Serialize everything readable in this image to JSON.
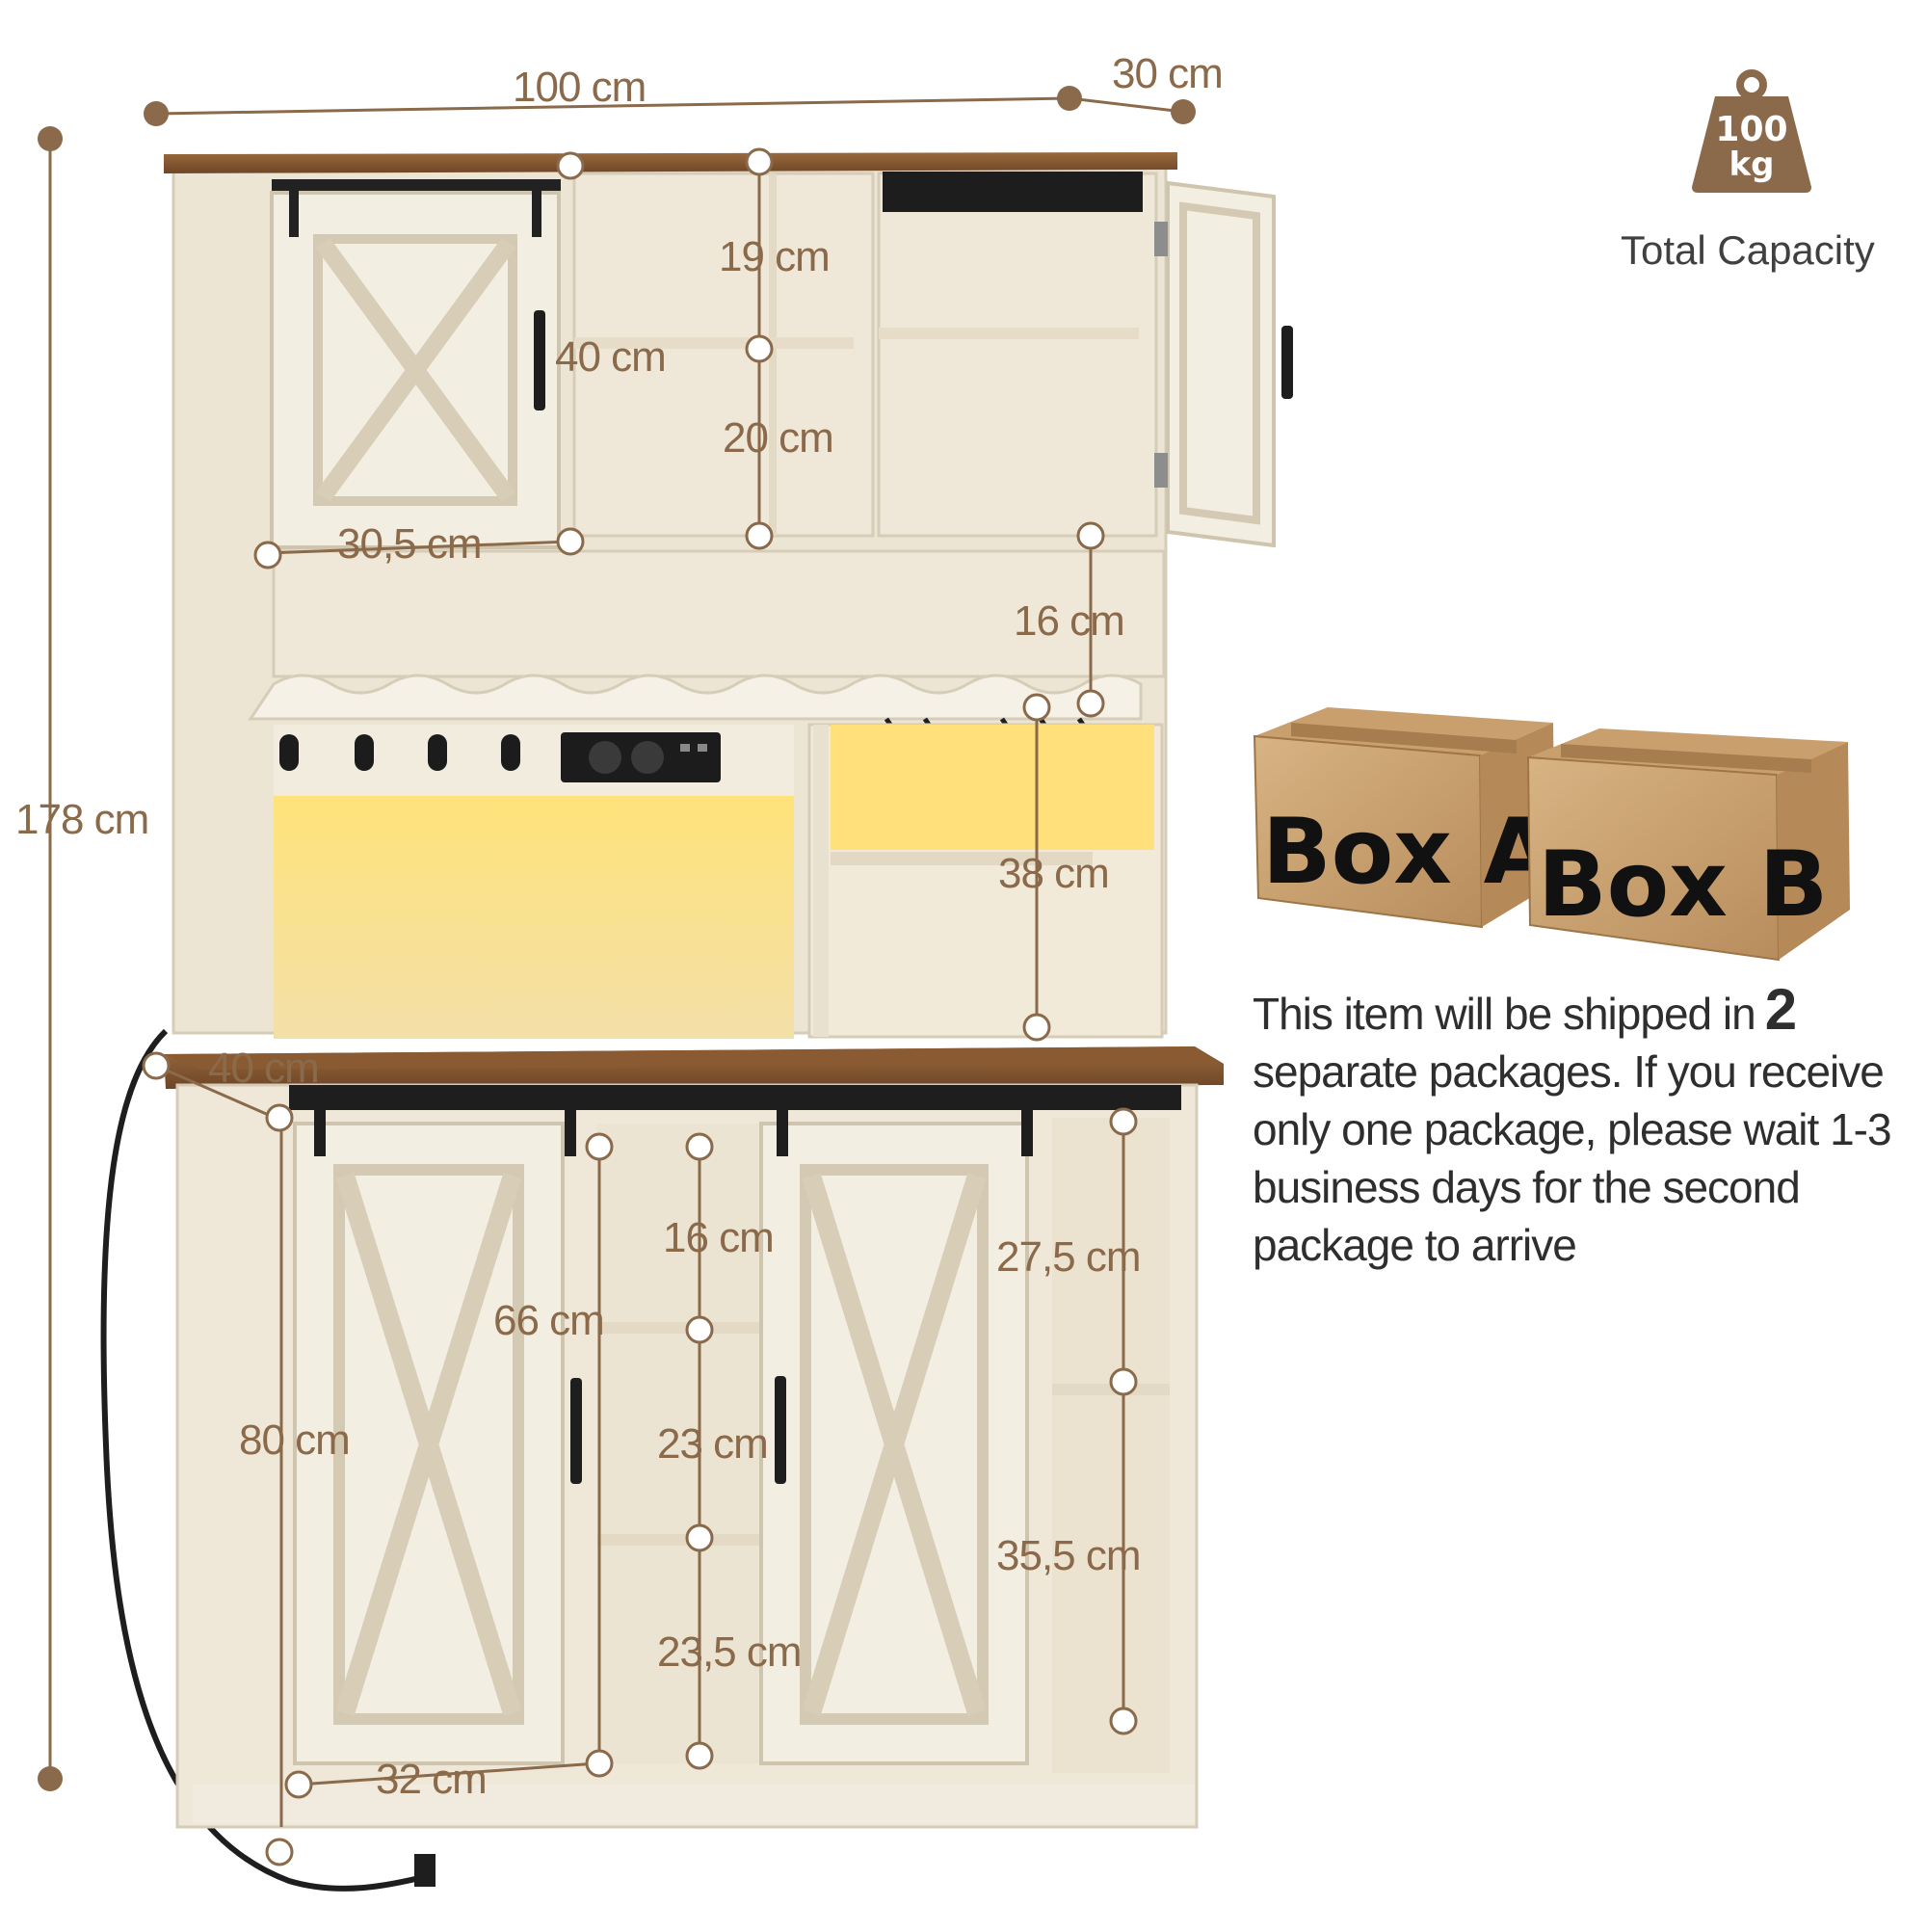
{
  "dimensions": {
    "width": "100 cm",
    "depth": "30 cm",
    "height": "178 cm",
    "top_compartment_upper": "19 cm",
    "top_cabinet_height": "40 cm",
    "top_compartment_lower": "20 cm",
    "top_compartment_width": "30,5 cm",
    "glass_rack_height": "16 cm",
    "open_hutch_height": "38 cm",
    "counter_depth": "40 cm",
    "lower_shelf_upper": "16 cm",
    "lower_cabinet_inner": "66 cm",
    "lower_cabinet_height": "80 cm",
    "lower_shelf_middle": "23 cm",
    "lower_shelf_bottom": "23,5 cm",
    "side_shelf_upper": "27,5 cm",
    "side_shelf_lower": "35,5 cm",
    "lower_compartment_width": "32 cm"
  },
  "capacity": {
    "weight_line1": "100",
    "weight_line2": "kg",
    "label": "Total Capacity"
  },
  "packages": {
    "box_a": "Box A",
    "box_b": "Box B",
    "text_before": "This item will be shipped in",
    "count": "2",
    "text_after": "separate packages. If you receive only one package, please wait 1-3 business days for the second package to arrive"
  },
  "colors": {
    "dimension": "#8a6a4a",
    "cabinet_white": "#f1ebdc",
    "wood_top": "#8a5a32",
    "led_glow": "#ffd54a",
    "box": "#c8a070"
  }
}
